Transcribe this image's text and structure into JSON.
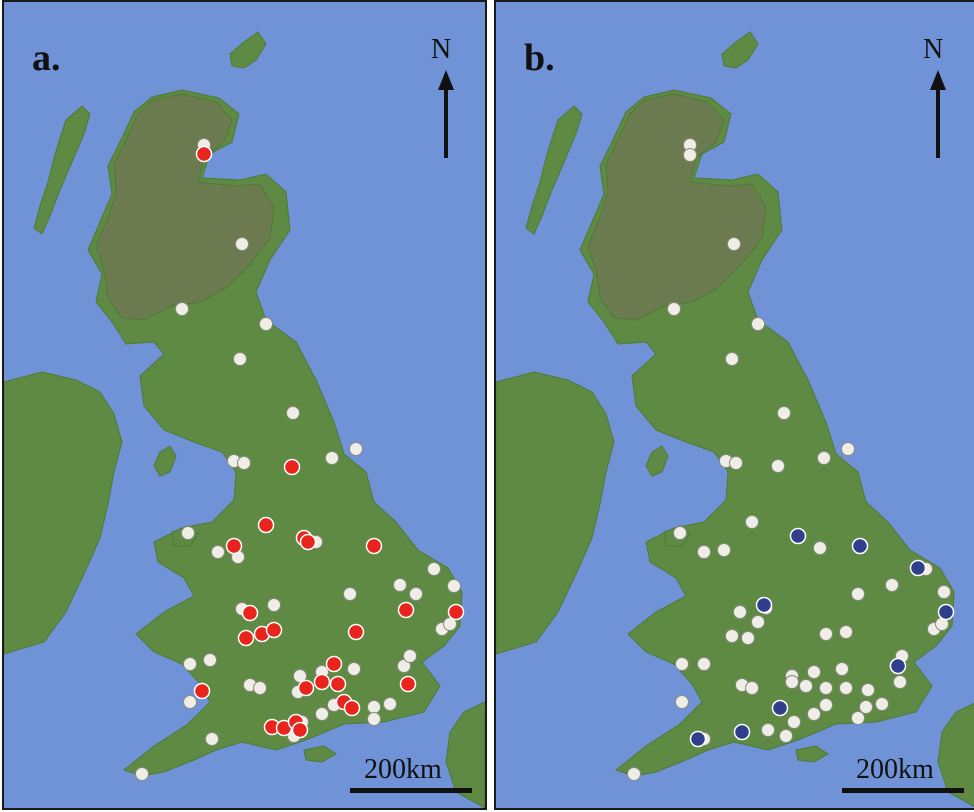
{
  "panels": [
    {
      "label": "a.",
      "north_label": "N",
      "scale_label": "200km",
      "colors": {
        "highlight": "#e8241c",
        "other": "#eeeee6"
      }
    },
    {
      "label": "b.",
      "north_label": "N",
      "scale_label": "200km",
      "colors": {
        "highlight": "#2f3f8c",
        "other": "#eeeee6"
      }
    }
  ],
  "legend_colors": {
    "sea": "#6f93d6",
    "land": "#5e8a43",
    "highland": "#6b7a4f"
  }
}
